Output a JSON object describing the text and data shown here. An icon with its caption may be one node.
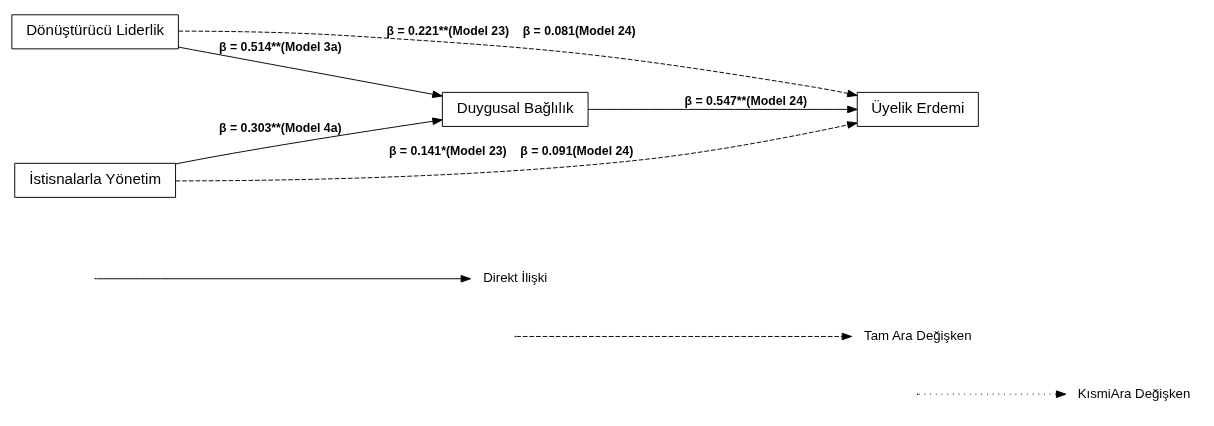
{
  "diagram": {
    "nodes": [
      {
        "text": [
          "Dönüştürücü Liderlik"
        ]
      },
      {
        "text": [
          "İstisnalarla Yönetim"
        ]
      },
      {
        "text": [
          "Duygusal Bağlılık"
        ]
      },
      {
        "text": [
          "Üyelik Erdemi"
        ]
      }
    ],
    "edges": [
      {
        "from": 0,
        "to": 3,
        "arrow": "to",
        "style": "dashed",
        "label": "β = 0.221**(Model 23)    β = 0.081(Model 24)"
      },
      {
        "from": 0,
        "to": 2,
        "arrow": "to",
        "label": "β = 0.514**(Model 3a)"
      },
      {
        "from": 1,
        "to": 2,
        "arrow": "to",
        "label": "β = 0.303**(Model 4a)"
      },
      {
        "from": 2,
        "to": 3,
        "arrow": "to",
        "label": "β = 0.547**(Model 24)"
      },
      {
        "from": 1,
        "to": 3,
        "arrow": "to",
        "style": "dashed",
        "label": "β = 0.141*(Model 23)    β = 0.091(Model 24)"
      }
    ],
    "legend": [
      {
        "text": "Direkt İlişki"
      },
      {
        "text": "Tam Ara Değişken"
      },
      {
        "text": "KısmiAra Değişken"
      }
    ]
  }
}
